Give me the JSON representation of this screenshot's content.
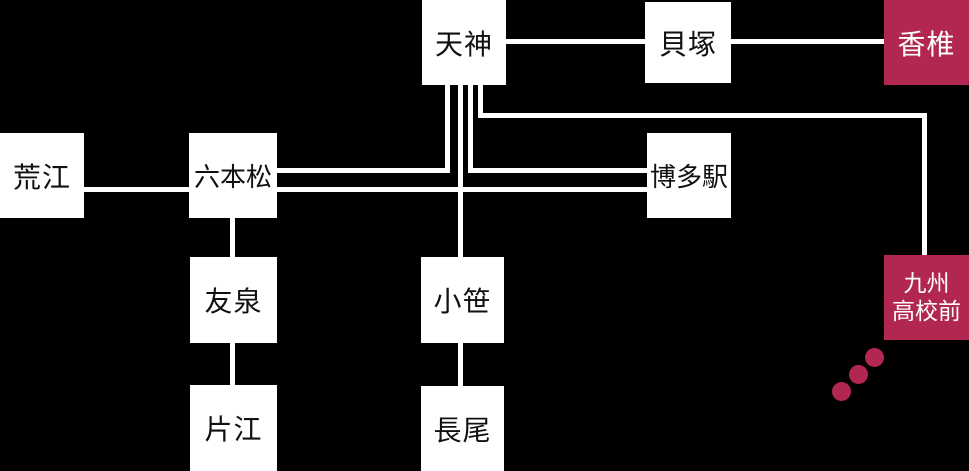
{
  "diagram": {
    "type": "transit-route-map",
    "background_color": "#000000"
  },
  "colors": {
    "background": "#000000",
    "station_box": "#ffffff",
    "station_text": "#111111",
    "accent": "#b12750",
    "accent_text": "#ffffff",
    "line": "#ffffff"
  },
  "stations": [
    {
      "label": "天神",
      "highlighted": false
    },
    {
      "label": "貝塚",
      "highlighted": false
    },
    {
      "label": "香椎",
      "highlighted": true
    },
    {
      "label": "荒江",
      "highlighted": false
    },
    {
      "label": "六本松",
      "highlighted": false
    },
    {
      "label": "博多駅",
      "highlighted": false
    },
    {
      "label": "友泉",
      "highlighted": false
    },
    {
      "label": "小笹",
      "highlighted": false
    },
    {
      "label": "片江",
      "highlighted": false
    },
    {
      "label": "長尾",
      "highlighted": false
    },
    {
      "label": "九州\n高校前",
      "highlighted": true
    }
  ],
  "connections": [
    [
      "天神",
      "貝塚"
    ],
    [
      "貝塚",
      "香椎"
    ],
    [
      "天神",
      "六本松"
    ],
    [
      "六本松",
      "荒江"
    ],
    [
      "六本松",
      "博多駅"
    ],
    [
      "天神",
      "博多駅"
    ],
    [
      "天神",
      "九州高校前"
    ],
    [
      "天神",
      "小笹"
    ],
    [
      "小笹",
      "長尾"
    ],
    [
      "六本松",
      "友泉"
    ],
    [
      "友泉",
      "片江"
    ]
  ],
  "decoration": {
    "trailing_dots_count": 3
  }
}
